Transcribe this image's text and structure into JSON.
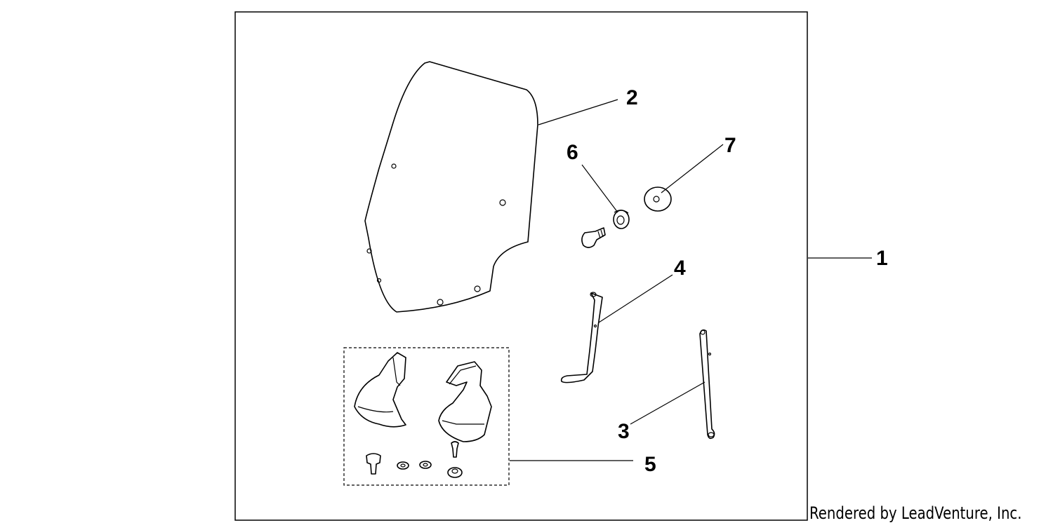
{
  "callouts": {
    "c1": "1",
    "c2": "2",
    "c3": "3",
    "c4": "4",
    "c5": "5",
    "c6": "6",
    "c7": "7"
  },
  "credit": "Rendered by LeadVenture, Inc.",
  "colors": {
    "line": "#000000",
    "background": "#ffffff"
  }
}
